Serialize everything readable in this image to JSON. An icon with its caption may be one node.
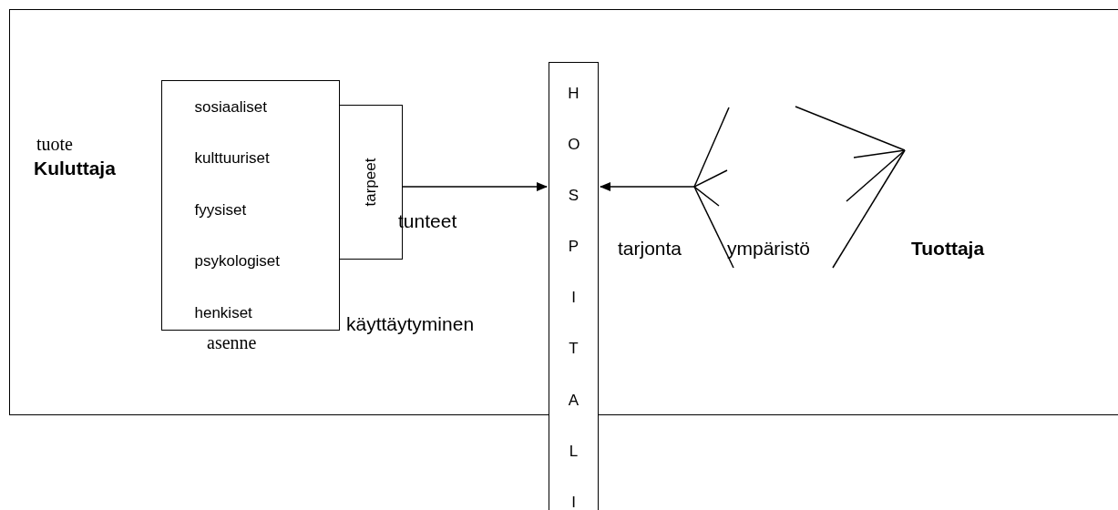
{
  "diagram": {
    "nodes": [
      {
        "text": [],
        "shape": "box"
      },
      {
        "text": [
          "sosiaaliset",
          "kulttuuriset",
          "fyysiset",
          "psykologiset",
          "henkiset"
        ],
        "in": 0
      },
      {
        "text": [
          "tarpeet"
        ],
        "in": 0
      },
      {
        "text": [
          "HOSPITALI"
        ]
      }
    ],
    "edges": [
      {
        "from": 2,
        "to": 3,
        "arrow": "to",
        "label": "tunteet"
      },
      {
        "from": null,
        "to": 3,
        "arrow": "to",
        "label": "tarjonta"
      }
    ],
    "labels": [
      "tuote",
      "Kuluttaja",
      "asenne",
      "käyttäytyminen",
      "ympäristö",
      "Tuottaja"
    ]
  }
}
